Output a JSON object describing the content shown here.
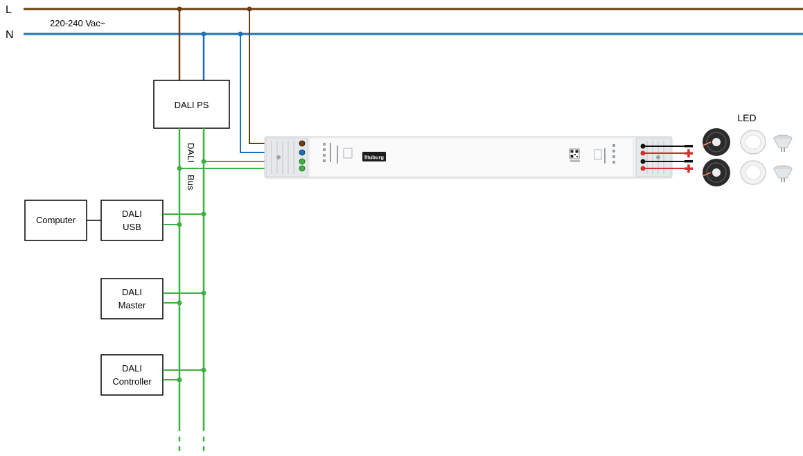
{
  "lines": {
    "live_label": "L",
    "neutral_label": "N",
    "voltage": "220-240 Vac~"
  },
  "blocks": {
    "dali_ps": "DALI PS",
    "computer": "Computer",
    "dali_usb_line1": "DALI",
    "dali_usb_line2": "USB",
    "dali_master_line1": "DALI",
    "dali_master_line2": "Master",
    "dali_controller_line1": "DALI",
    "dali_controller_line2": "Controller"
  },
  "bus": {
    "label_dali": "DALI",
    "label_bus": "Bus"
  },
  "driver": {
    "brand": "lltuburg"
  },
  "led": {
    "label": "LED"
  },
  "colors": {
    "live": "#6b3d12",
    "neutral": "#1f6fb5",
    "dali_bus": "#3cb043",
    "positive": "#d32f2f",
    "negative": "#111111"
  }
}
